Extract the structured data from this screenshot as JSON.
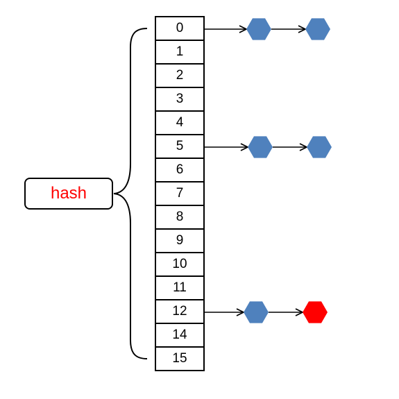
{
  "hash_label": "hash",
  "buckets": [
    "0",
    "1",
    "2",
    "3",
    "4",
    "5",
    "6",
    "7",
    "8",
    "9",
    "10",
    "11",
    "12",
    "14",
    "15"
  ],
  "chains": [
    {
      "bucket_index": 0,
      "nodes": [
        "blue",
        "blue"
      ]
    },
    {
      "bucket_index": 5,
      "nodes": [
        "blue",
        "blue"
      ]
    },
    {
      "bucket_index": 12,
      "nodes": [
        "blue",
        "red"
      ]
    }
  ],
  "colors": {
    "blue": "#4f81bd",
    "red": "#ff0000",
    "hash_text": "#ff0000",
    "line": "#000000"
  }
}
